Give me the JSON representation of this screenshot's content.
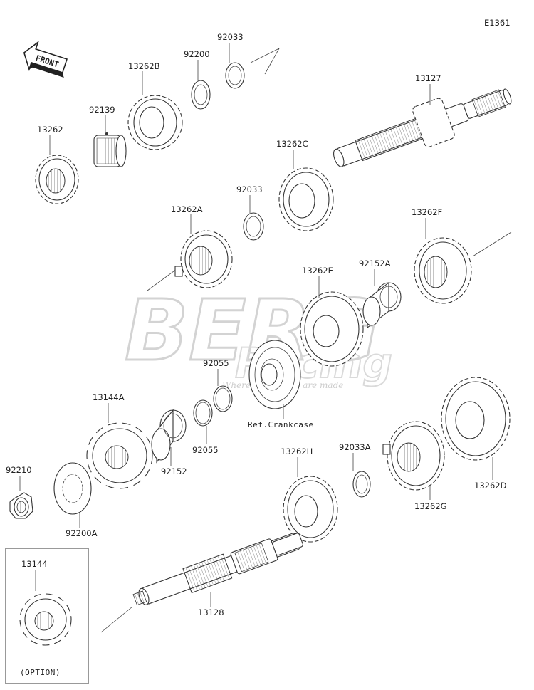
{
  "diagram_code": "E1361",
  "front_label": "FRONT",
  "watermark": {
    "brand": "BERG",
    "brand_sub": "Racing",
    "tagline": "Where champions are made"
  },
  "parts": [
    {
      "number": "92033"
    },
    {
      "number": "92200"
    },
    {
      "number": "13262B"
    },
    {
      "number": "92139"
    },
    {
      "number": "13262"
    },
    {
      "number": "13127"
    },
    {
      "number": "13262C"
    },
    {
      "number": "92033"
    },
    {
      "number": "13262A"
    },
    {
      "number": "13262F"
    },
    {
      "number": "92152A"
    },
    {
      "number": "13262E"
    },
    {
      "number": "92055"
    },
    {
      "number": "92055"
    },
    {
      "number": "13144A"
    },
    {
      "number": "92152"
    },
    {
      "number": "92210"
    },
    {
      "number": "92200A"
    },
    {
      "number": "13262G"
    },
    {
      "number": "13262D"
    },
    {
      "number": "13262H"
    },
    {
      "number": "92033A"
    },
    {
      "number": "13128"
    },
    {
      "number": "13144"
    }
  ],
  "reference_label": "Ref.Crankcase",
  "option_label": "(OPTION)"
}
